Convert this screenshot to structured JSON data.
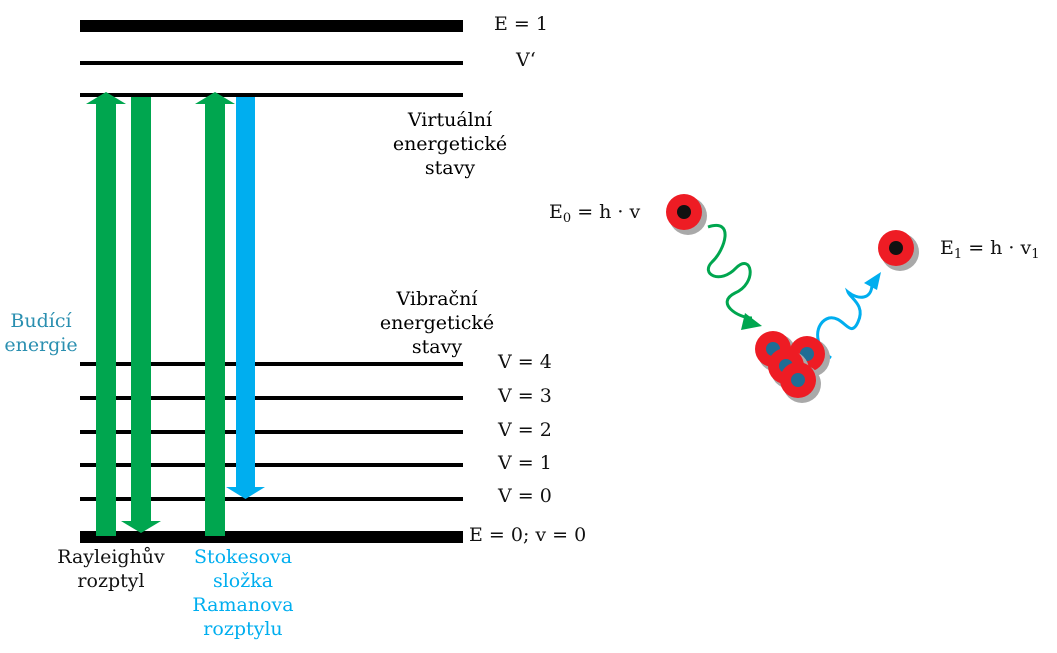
{
  "colors": {
    "green": "#00a64f",
    "blue": "#00aeef",
    "teal_label": "#2a8fb0",
    "blue_label": "#00aeef",
    "red": "#ee1c24",
    "particle_core_dark": "#111111",
    "particle_core_blue": "#1f6d95"
  },
  "levels": {
    "e1": "E = 1",
    "v_prime": "V‘",
    "virtual": [
      "Virtuální",
      "energetické",
      "stavy"
    ],
    "vibrational": [
      "Vibrační",
      "energetické",
      "stavy"
    ],
    "v4": "V = 4",
    "v3": "V = 3",
    "v2": "V = 2",
    "v1": "V = 1",
    "v0": "V = 0",
    "e0": "E = 0; v = 0"
  },
  "labels": {
    "excitation": [
      "Budící",
      "energie"
    ],
    "rayleigh": [
      "Rayleighův",
      "rozptyl"
    ],
    "stokes": [
      "Stokesova",
      "složka",
      "Ramanova",
      "rozptylu"
    ]
  },
  "photon": {
    "e0_sym": "E",
    "e0_sub": "0",
    "e0_rest": " = h · v",
    "e1_sym": "E",
    "e1_sub": "1",
    "e1_rest": " = h · v",
    "e1_tail_sub": "1"
  },
  "icons": {
    "arrow_up": "arrow-up-icon",
    "arrow_down": "arrow-down-icon",
    "wave_in": "wavy-arrow-icon",
    "wave_out": "wavy-arrow-icon",
    "particle": "particle-icon"
  }
}
